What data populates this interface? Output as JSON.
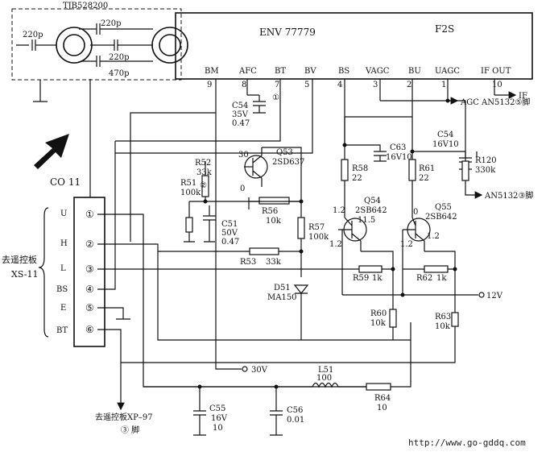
{
  "module": {
    "name": "TJB528200"
  },
  "tuner": {
    "model": "ENV 77779",
    "block": "F2S",
    "pins": [
      {
        "num": "9",
        "name": "BM"
      },
      {
        "num": "8",
        "name": "AFC"
      },
      {
        "num": "7",
        "name": "BT"
      },
      {
        "num": "5",
        "name": "BV"
      },
      {
        "num": "4",
        "name": "BS"
      },
      {
        "num": "3",
        "name": "VAGC"
      },
      {
        "num": "2",
        "name": "BU"
      },
      {
        "num": "1",
        "name": "UAGC"
      },
      {
        "num": "10",
        "name": "IF OUT"
      }
    ],
    "caps": [
      "220p",
      "220p",
      "220p",
      "470p"
    ]
  },
  "connector": {
    "name": "CO 11",
    "label_line1": "去遥控板",
    "label_line2": "XS-11",
    "pins": [
      {
        "num": "①",
        "name": "U"
      },
      {
        "num": "②",
        "name": "H"
      },
      {
        "num": "③",
        "name": "L"
      },
      {
        "num": "④",
        "name": "BS"
      },
      {
        "num": "⑤",
        "name": "E"
      },
      {
        "num": "⑥",
        "name": "BT"
      }
    ]
  },
  "components": {
    "C54a": [
      "C54",
      "35V",
      "0.47"
    ],
    "C54b": [
      "C54",
      "16V10"
    ],
    "C63": [
      "C63",
      "16V10"
    ],
    "R52": [
      "R52",
      "33k"
    ],
    "R51": [
      "R51",
      "100k"
    ],
    "Q53": [
      "Q53",
      "2SD637"
    ],
    "R56": [
      "R56",
      "10k"
    ],
    "R57": [
      "R57",
      "100k"
    ],
    "C51": [
      "C51",
      "50V",
      "0.47"
    ],
    "R53": [
      "R53",
      "33k"
    ],
    "D51": [
      "D51",
      "MA150"
    ],
    "R58": [
      "R58",
      "22"
    ],
    "R61": [
      "R61",
      "22"
    ],
    "R120": [
      "R120",
      "330k"
    ],
    "Q54": [
      "Q54",
      "2SB642"
    ],
    "Q55": [
      "Q55",
      "2SB642"
    ],
    "R59": [
      "R59",
      "1k"
    ],
    "R62": [
      "R62",
      "1k"
    ],
    "R60": [
      "R60",
      "10k"
    ],
    "R63": [
      "R63",
      "10k"
    ],
    "L51": [
      "L51",
      "100"
    ],
    "R64": [
      "R64",
      "10"
    ],
    "C55": [
      "C55",
      "16V",
      "10"
    ],
    "C56": [
      "C56",
      "0.01"
    ]
  },
  "voltages": {
    "q53_c": "30",
    "q53_b": "0",
    "q54_e": "1.2",
    "q54_c": "11.5",
    "q54_b": "1.2",
    "q55_e": "0",
    "q55_c": "1.2",
    "q55_b": "1.2"
  },
  "marks": {
    "c54": "①",
    "r51": "②"
  },
  "nets": {
    "if": "IF",
    "agc": "AGC AN5132⑤脚",
    "an": "AN5132③脚",
    "v12": "12V",
    "v30": "30V"
  },
  "bottom": {
    "line1": "去遥控板XP–97",
    "line2": "③ 脚"
  },
  "footer": {
    "url": "http://www.go-gddq.com"
  }
}
